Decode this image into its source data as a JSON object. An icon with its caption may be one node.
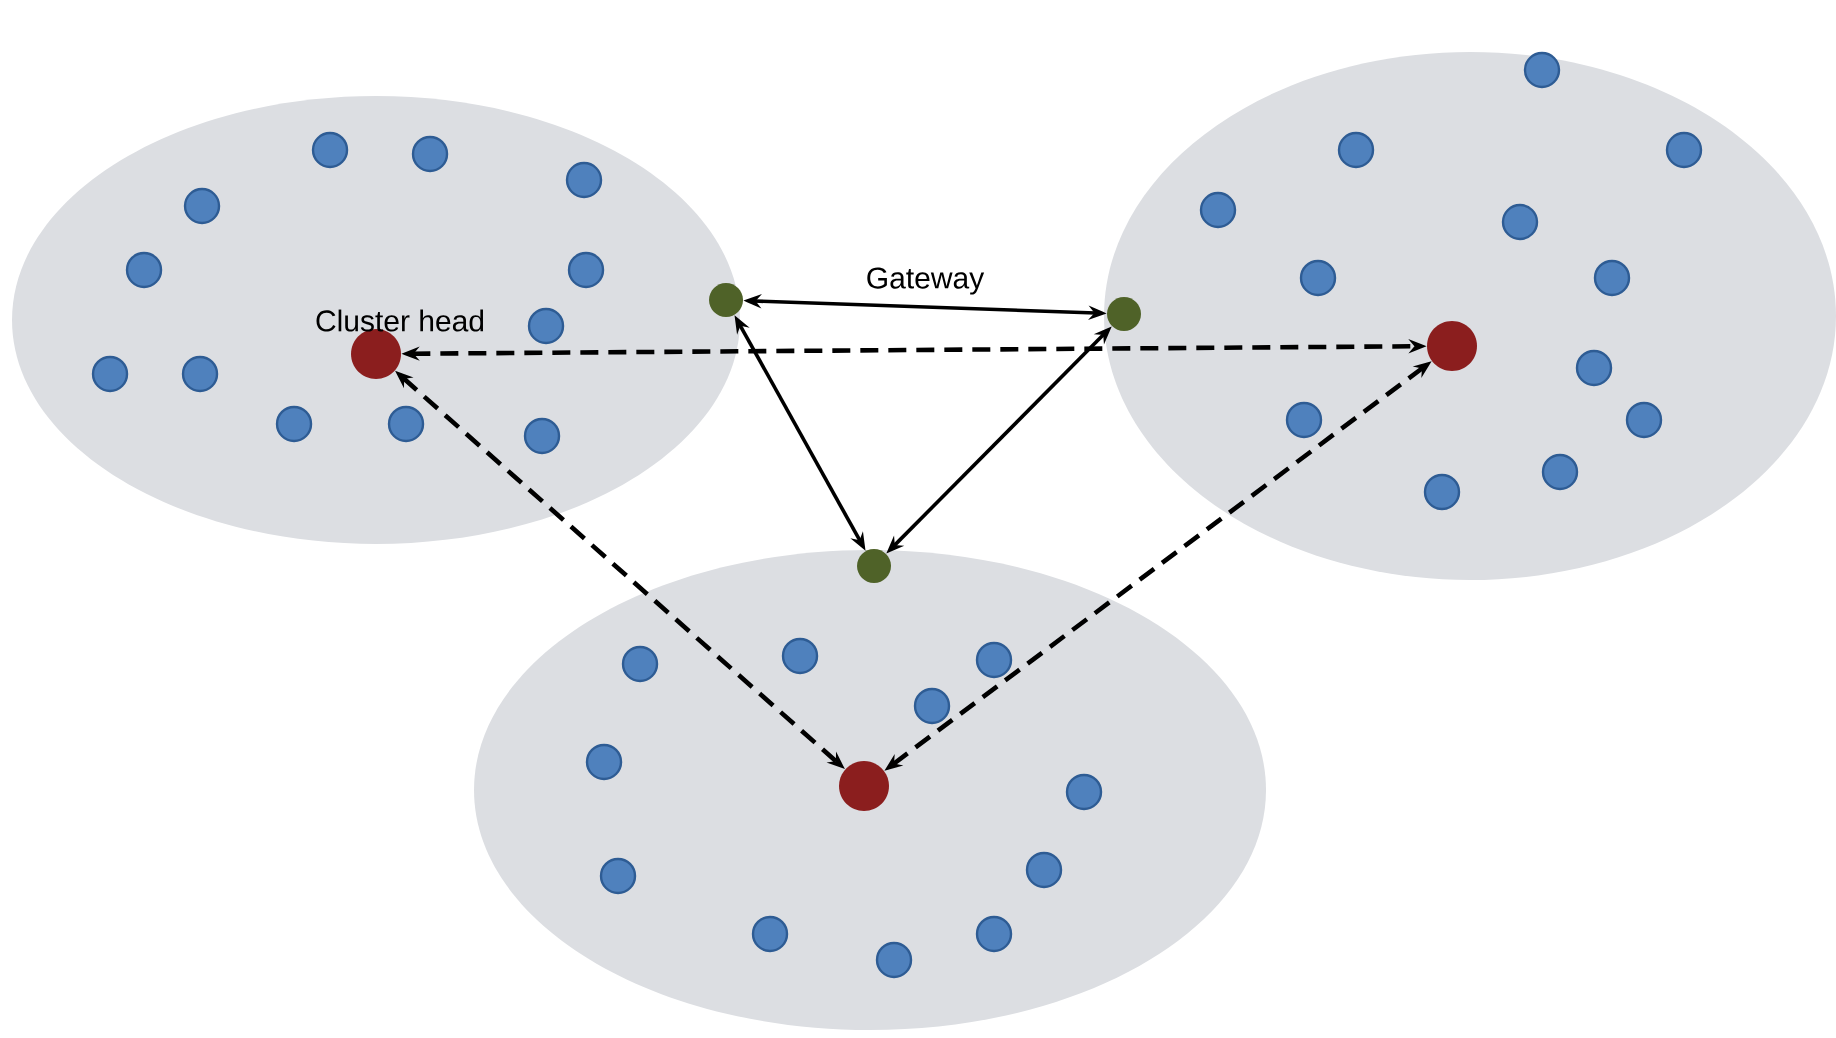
{
  "diagram": {
    "nodes": [
      {
        "text": [],
        "shape": "ellipse"
      },
      {
        "text": [],
        "shape": "ellipse"
      },
      {
        "text": [],
        "shape": "ellipse"
      },
      {
        "text": [],
        "shape": "circle",
        "in": 0
      },
      {
        "text": [],
        "shape": "circle",
        "in": 1
      },
      {
        "text": [],
        "shape": "circle",
        "in": 2
      },
      {
        "text": [],
        "shape": "circle",
        "in": 0,
        "beside": [
          "Cluster head"
        ]
      },
      {
        "text": [],
        "shape": "circle",
        "in": 1
      },
      {
        "text": [],
        "shape": "circle",
        "in": 2
      },
      {
        "text": [],
        "shape": "circle",
        "in": 0
      },
      {
        "text": [],
        "shape": "circle",
        "in": 0
      },
      {
        "text": [],
        "shape": "circle",
        "in": 0
      },
      {
        "text": [],
        "shape": "circle",
        "in": 0
      },
      {
        "text": [],
        "shape": "circle",
        "in": 0
      },
      {
        "text": [],
        "shape": "circle",
        "in": 0
      },
      {
        "text": [],
        "shape": "circle",
        "in": 0
      },
      {
        "text": [],
        "shape": "circle",
        "in": 0
      },
      {
        "text": [],
        "shape": "circle",
        "in": 0
      },
      {
        "text": [],
        "shape": "circle",
        "in": 0
      },
      {
        "text": [],
        "shape": "circle",
        "in": 0
      },
      {
        "text": [],
        "shape": "circle",
        "in": 0
      },
      {
        "text": [],
        "shape": "circle",
        "in": 1
      },
      {
        "text": [],
        "shape": "circle",
        "in": 1
      },
      {
        "text": [],
        "shape": "circle",
        "in": 1
      },
      {
        "text": [],
        "shape": "circle",
        "in": 1
      },
      {
        "text": [],
        "shape": "circle",
        "in": 1
      },
      {
        "text": [],
        "shape": "circle",
        "in": 1
      },
      {
        "text": [],
        "shape": "circle",
        "in": 1
      },
      {
        "text": [],
        "shape": "circle",
        "in": 1
      },
      {
        "text": [],
        "shape": "circle",
        "in": 1
      },
      {
        "text": [],
        "shape": "circle",
        "in": 1
      },
      {
        "text": [],
        "shape": "circle",
        "in": 1
      },
      {
        "text": [],
        "shape": "circle",
        "in": 1
      },
      {
        "text": [],
        "shape": "circle",
        "in": 2
      },
      {
        "text": [],
        "shape": "circle",
        "in": 2
      },
      {
        "text": [],
        "shape": "circle",
        "in": 2
      },
      {
        "text": [],
        "shape": "circle",
        "in": 2
      },
      {
        "text": [],
        "shape": "circle",
        "in": 2
      },
      {
        "text": [],
        "shape": "circle",
        "in": 2
      },
      {
        "text": [],
        "shape": "circle",
        "in": 2
      },
      {
        "text": [],
        "shape": "circle",
        "in": 2
      },
      {
        "text": [],
        "shape": "circle",
        "in": 2
      },
      {
        "text": [],
        "shape": "circle",
        "in": 2
      },
      {
        "text": [],
        "shape": "circle",
        "in": 2
      }
    ],
    "edges": [
      {
        "from": 3,
        "to": 4,
        "arrow": "both",
        "label": "Gateway"
      },
      {
        "from": 3,
        "to": 5,
        "arrow": "both"
      },
      {
        "from": 4,
        "to": 5,
        "arrow": "both"
      },
      {
        "from": 6,
        "to": 7,
        "arrow": "both",
        "style": "dashed"
      },
      {
        "from": 6,
        "to": 8,
        "arrow": "both",
        "style": "dashed"
      },
      {
        "from": 8,
        "to": 7,
        "arrow": "both",
        "style": "dashed"
      }
    ]
  }
}
